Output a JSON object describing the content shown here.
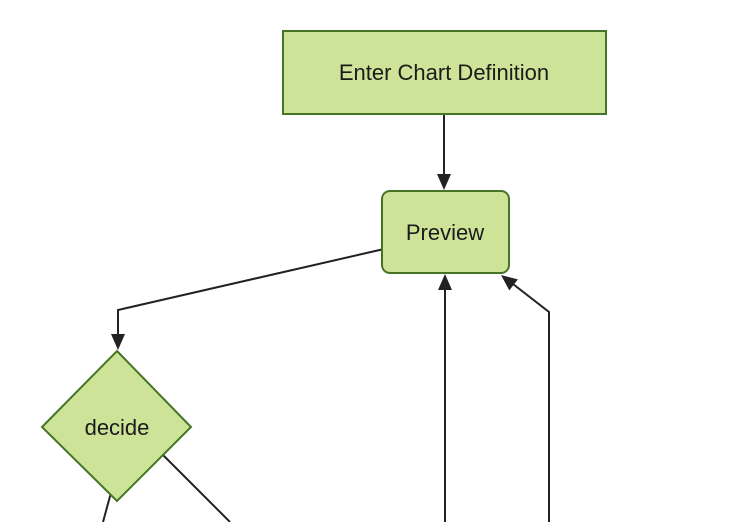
{
  "diagram": {
    "type": "flowchart",
    "direction": "top-down",
    "background": "#ffffff",
    "nodes": [
      {
        "id": "A",
        "label": "Enter Chart Definition",
        "shape": "rectangle"
      },
      {
        "id": "B",
        "label": "Preview",
        "shape": "rounded-rectangle"
      },
      {
        "id": "C",
        "label": "decide",
        "shape": "diamond"
      }
    ],
    "edges": [
      {
        "from": "Enter Chart Definition",
        "to": "Preview",
        "arrowhead_visible": true
      },
      {
        "from": "Preview",
        "to": "decide",
        "arrowhead_visible": true,
        "route": "left-elbow"
      },
      {
        "from": "offscreen-bottom",
        "to": "Preview",
        "arrowhead_visible": true,
        "route": "vertical"
      },
      {
        "from": "offscreen-bottom",
        "to": "Preview",
        "arrowhead_visible": true,
        "route": "elbow-to-bottom-right-corner"
      },
      {
        "from": "decide",
        "to": "offscreen-bottom",
        "arrowhead_visible": false
      },
      {
        "from": "decide",
        "to": "offscreen-bottom",
        "arrowhead_visible": false
      }
    ],
    "colors": {
      "node_fill": "#cde498",
      "node_border": "#457426",
      "edge": "#222222",
      "text": "#1b1b1b",
      "background": "#ffffff"
    }
  }
}
